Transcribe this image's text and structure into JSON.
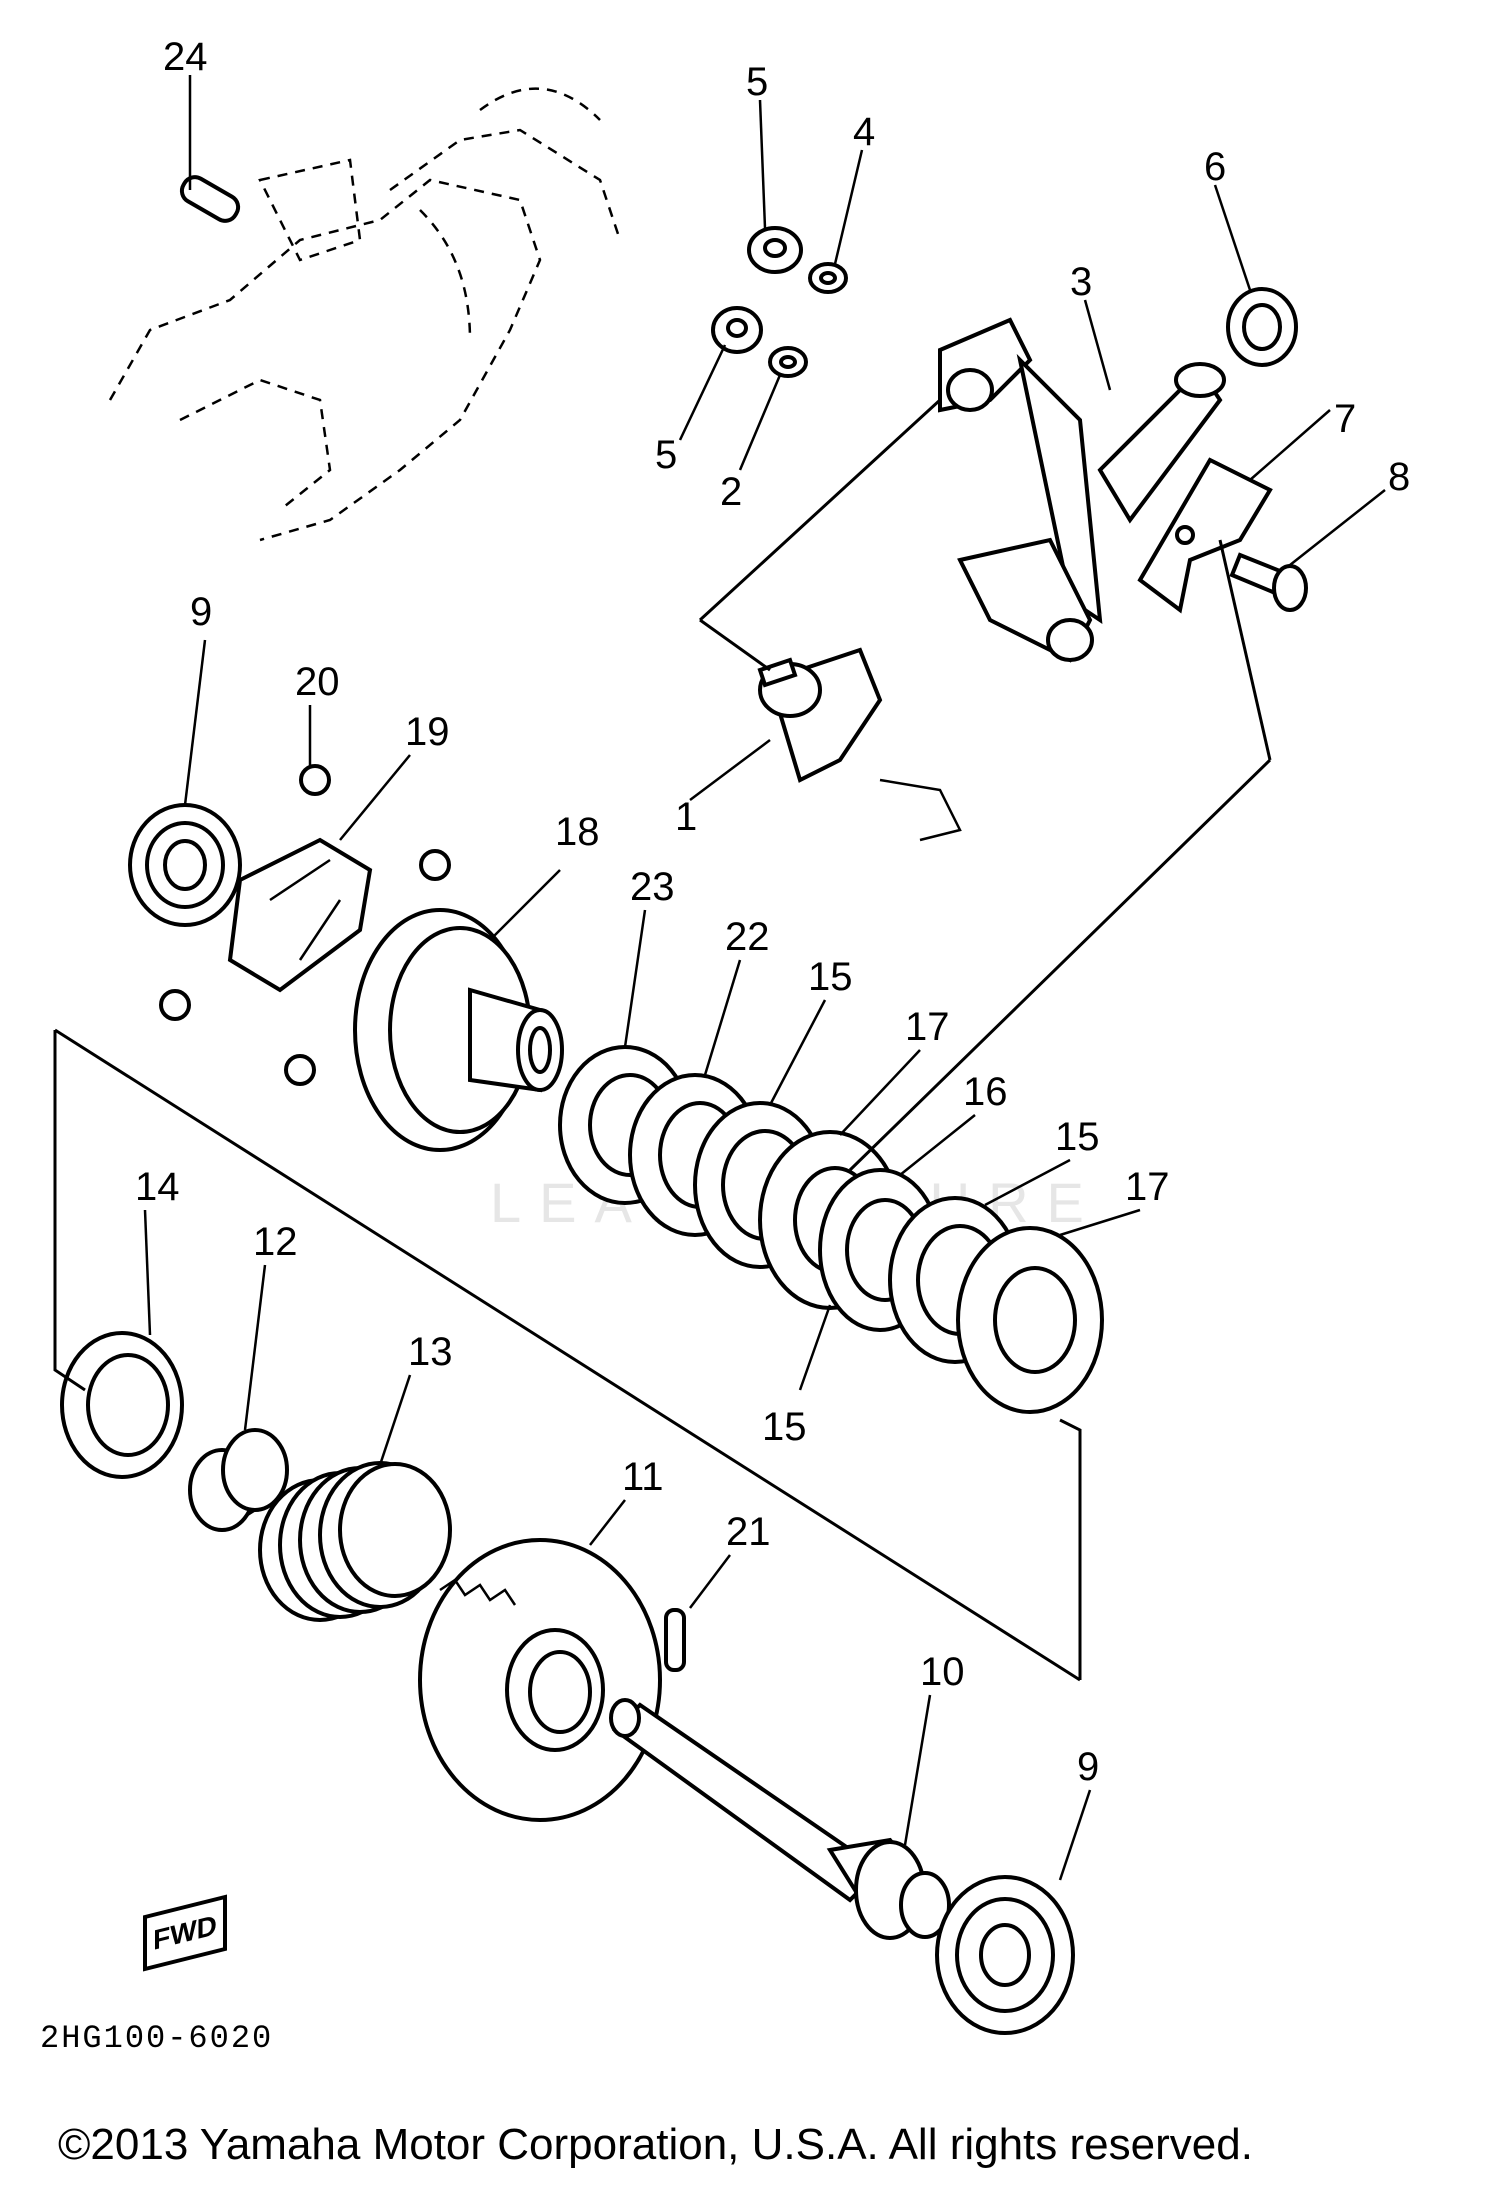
{
  "diagram_code": "2HG100-6020",
  "copyright": "©2013 Yamaha Motor Corporation, U.S.A. All rights reserved.",
  "watermark": "LEADVENTURE",
  "fwd_badge": "FWD",
  "callouts": [
    "24",
    "5",
    "4",
    "6",
    "3",
    "5",
    "2",
    "7",
    "8",
    "9",
    "20",
    "19",
    "1",
    "18",
    "23",
    "22",
    "15",
    "17",
    "16",
    "15",
    "17",
    "14",
    "12",
    "13",
    "15",
    "11",
    "21",
    "10",
    "9"
  ]
}
